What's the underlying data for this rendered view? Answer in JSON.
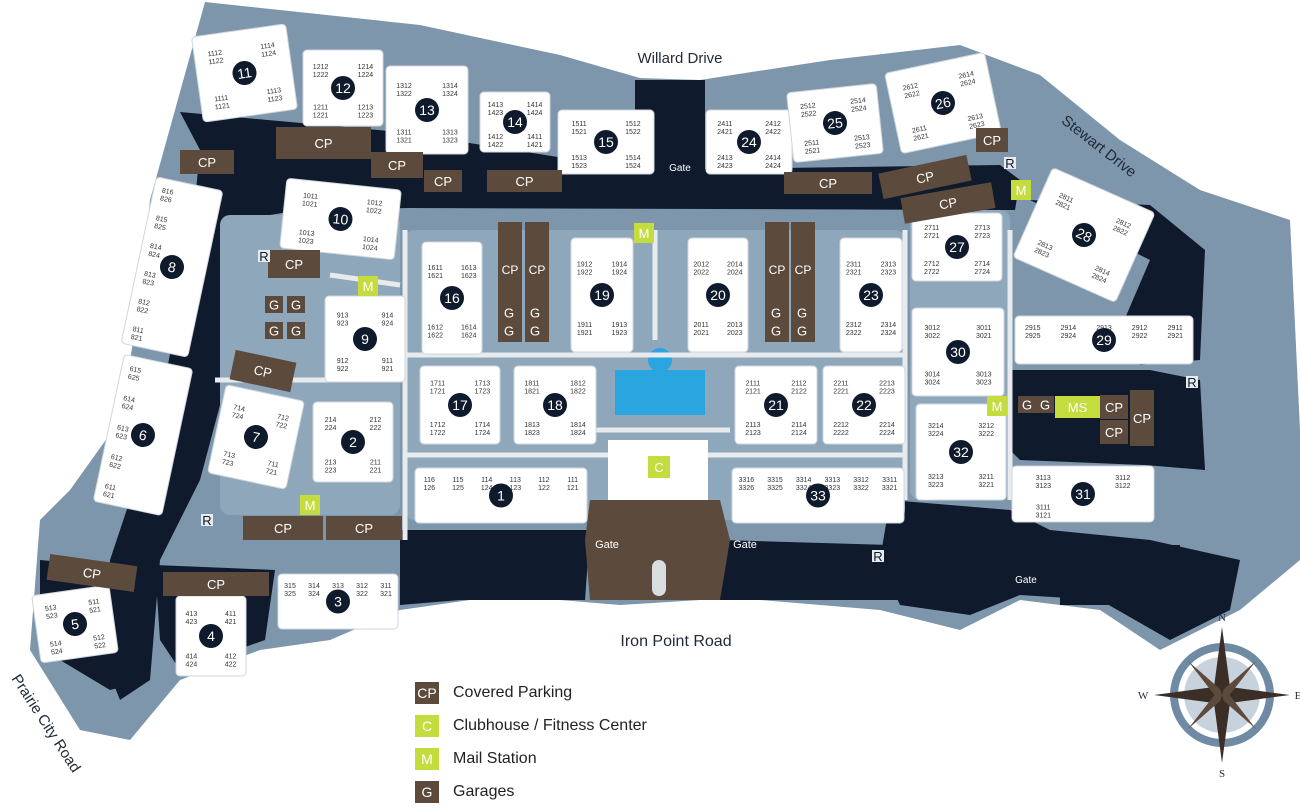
{
  "map": {
    "roads": {
      "north": "Willard Drive",
      "east": "Stewart Drive",
      "south": "Iron Point Road",
      "west": "Prairie City Road"
    },
    "gates": [
      "Gate",
      "Gate",
      "Gate",
      "Gate"
    ],
    "colors": {
      "site": "#7e96ab",
      "parking": "#0f1a2c",
      "building": "#ffffff",
      "covered_parking": "#5c4a3c",
      "amenity": "#c5dc3e",
      "pool": "#2aa5e0",
      "plaza": "#5c4a3c"
    },
    "buildings": [
      {
        "num": "1",
        "units": [
          "116 126",
          "115 125",
          "114 124",
          "113 123",
          "112 122",
          "111 121"
        ]
      },
      {
        "num": "2",
        "units": [
          "214 224",
          "212 222",
          "213 223",
          "211 221"
        ]
      },
      {
        "num": "3",
        "units": [
          "315 325",
          "314 324",
          "313 323",
          "312 322",
          "311 321"
        ]
      },
      {
        "num": "4",
        "units": [
          "413 423",
          "411 421",
          "414 424",
          "412 422"
        ]
      },
      {
        "num": "5",
        "units": [
          "513 523",
          "511 521",
          "514 524",
          "512 522"
        ]
      },
      {
        "num": "6",
        "units": [
          "615 625",
          "614 624",
          "613 623",
          "612 622",
          "611 621"
        ]
      },
      {
        "num": "7",
        "units": [
          "714 724",
          "712 722",
          "713 723",
          "711 721"
        ]
      },
      {
        "num": "8",
        "units": [
          "816 826",
          "815 825",
          "814 824",
          "813 823",
          "812 822",
          "811 821"
        ]
      },
      {
        "num": "9",
        "units": [
          "913 923",
          "914 924",
          "912 922",
          "911 921"
        ]
      },
      {
        "num": "10",
        "units": [
          "1011 1021",
          "1012 1022",
          "1013 1023",
          "1014 1024"
        ]
      },
      {
        "num": "11",
        "units": [
          "1112 1122",
          "1114 1124",
          "1111 1121",
          "1113 1123"
        ]
      },
      {
        "num": "12",
        "units": [
          "1212 1222",
          "1214 1224",
          "1211 1221",
          "1213 1223"
        ]
      },
      {
        "num": "13",
        "units": [
          "1312 1322",
          "1314 1324",
          "1311 1321",
          "1313 1323"
        ]
      },
      {
        "num": "14",
        "units": [
          "1413 1423",
          "1414 1424",
          "1412 1422",
          "1411 1421"
        ]
      },
      {
        "num": "15",
        "units": [
          "1511 1521",
          "1512 1522",
          "1513 1523",
          "1514 1524"
        ]
      },
      {
        "num": "16",
        "units": [
          "1611 1621",
          "1613 1623",
          "1612 1622",
          "1614 1624"
        ]
      },
      {
        "num": "17",
        "units": [
          "1711 1721",
          "1713 1723",
          "1712 1722",
          "1714 1724"
        ]
      },
      {
        "num": "18",
        "units": [
          "1811 1821",
          "1812 1822",
          "1813 1823",
          "1814 1824"
        ]
      },
      {
        "num": "19",
        "units": [
          "1912 1922",
          "1914 1924",
          "1911 1921",
          "1913 1923"
        ]
      },
      {
        "num": "20",
        "units": [
          "2012 2022",
          "2014 2024",
          "2011 2021",
          "2013 2023"
        ]
      },
      {
        "num": "21",
        "units": [
          "2111 2121",
          "2112 2122",
          "2113 2123",
          "2114 2124"
        ]
      },
      {
        "num": "22",
        "units": [
          "2211 2221",
          "2213 2223",
          "2212 2222",
          "2214 2224"
        ]
      },
      {
        "num": "23",
        "units": [
          "2311 2321",
          "2313 2323",
          "2312 2322",
          "2314 2324"
        ]
      },
      {
        "num": "24",
        "units": [
          "2411 2421",
          "2412 2422",
          "2413 2423",
          "2414 2424"
        ]
      },
      {
        "num": "25",
        "units": [
          "2512 2522",
          "2514 2524",
          "2511 2521",
          "2513 2523"
        ]
      },
      {
        "num": "26",
        "units": [
          "2612 2622",
          "2614 2624",
          "2611 2621",
          "2613 2623"
        ]
      },
      {
        "num": "27",
        "units": [
          "2711 2721",
          "2713 2723",
          "2712 2722",
          "2714 2724"
        ]
      },
      {
        "num": "28",
        "units": [
          "2811 2821",
          "2812 2822",
          "2813 2823",
          "2814 2824"
        ]
      },
      {
        "num": "29",
        "units": [
          "2915 2925",
          "2914 2924",
          "2913 2923",
          "2912 2922",
          "2911 2921"
        ]
      },
      {
        "num": "30",
        "units": [
          "3012 3022",
          "3011 3021",
          "3014 3024",
          "3013 3023"
        ]
      },
      {
        "num": "31",
        "units": [
          "3113 3123",
          "3112 3122",
          "3111 3121"
        ]
      },
      {
        "num": "32",
        "units": [
          "3214 3224",
          "3212 3222",
          "3213 3223",
          "3211 3221"
        ]
      },
      {
        "num": "33",
        "units": [
          "3316 3326",
          "3315 3325",
          "3314 3324",
          "3313 3323",
          "3312 3322",
          "3311 3321"
        ]
      }
    ],
    "markers": {
      "cp": "CP",
      "garage": "G",
      "mail": "M",
      "clubhouse": "C",
      "mail_services": "MS",
      "restroom": "R"
    }
  },
  "legend": [
    {
      "code": "CP",
      "label": "Covered Parking",
      "color": "#5c4a3c",
      "text_color": "#ffffff"
    },
    {
      "code": "C",
      "label": "Clubhouse / Fitness Center",
      "color": "#c5dc3e",
      "text_color": "#ffffff"
    },
    {
      "code": "M",
      "label": "Mail Station",
      "color": "#c5dc3e",
      "text_color": "#ffffff"
    },
    {
      "code": "G",
      "label": "Garages",
      "color": "#5c4a3c",
      "text_color": "#ffffff"
    }
  ],
  "compass": {
    "n": "N",
    "s": "S",
    "e": "E",
    "w": "W"
  }
}
